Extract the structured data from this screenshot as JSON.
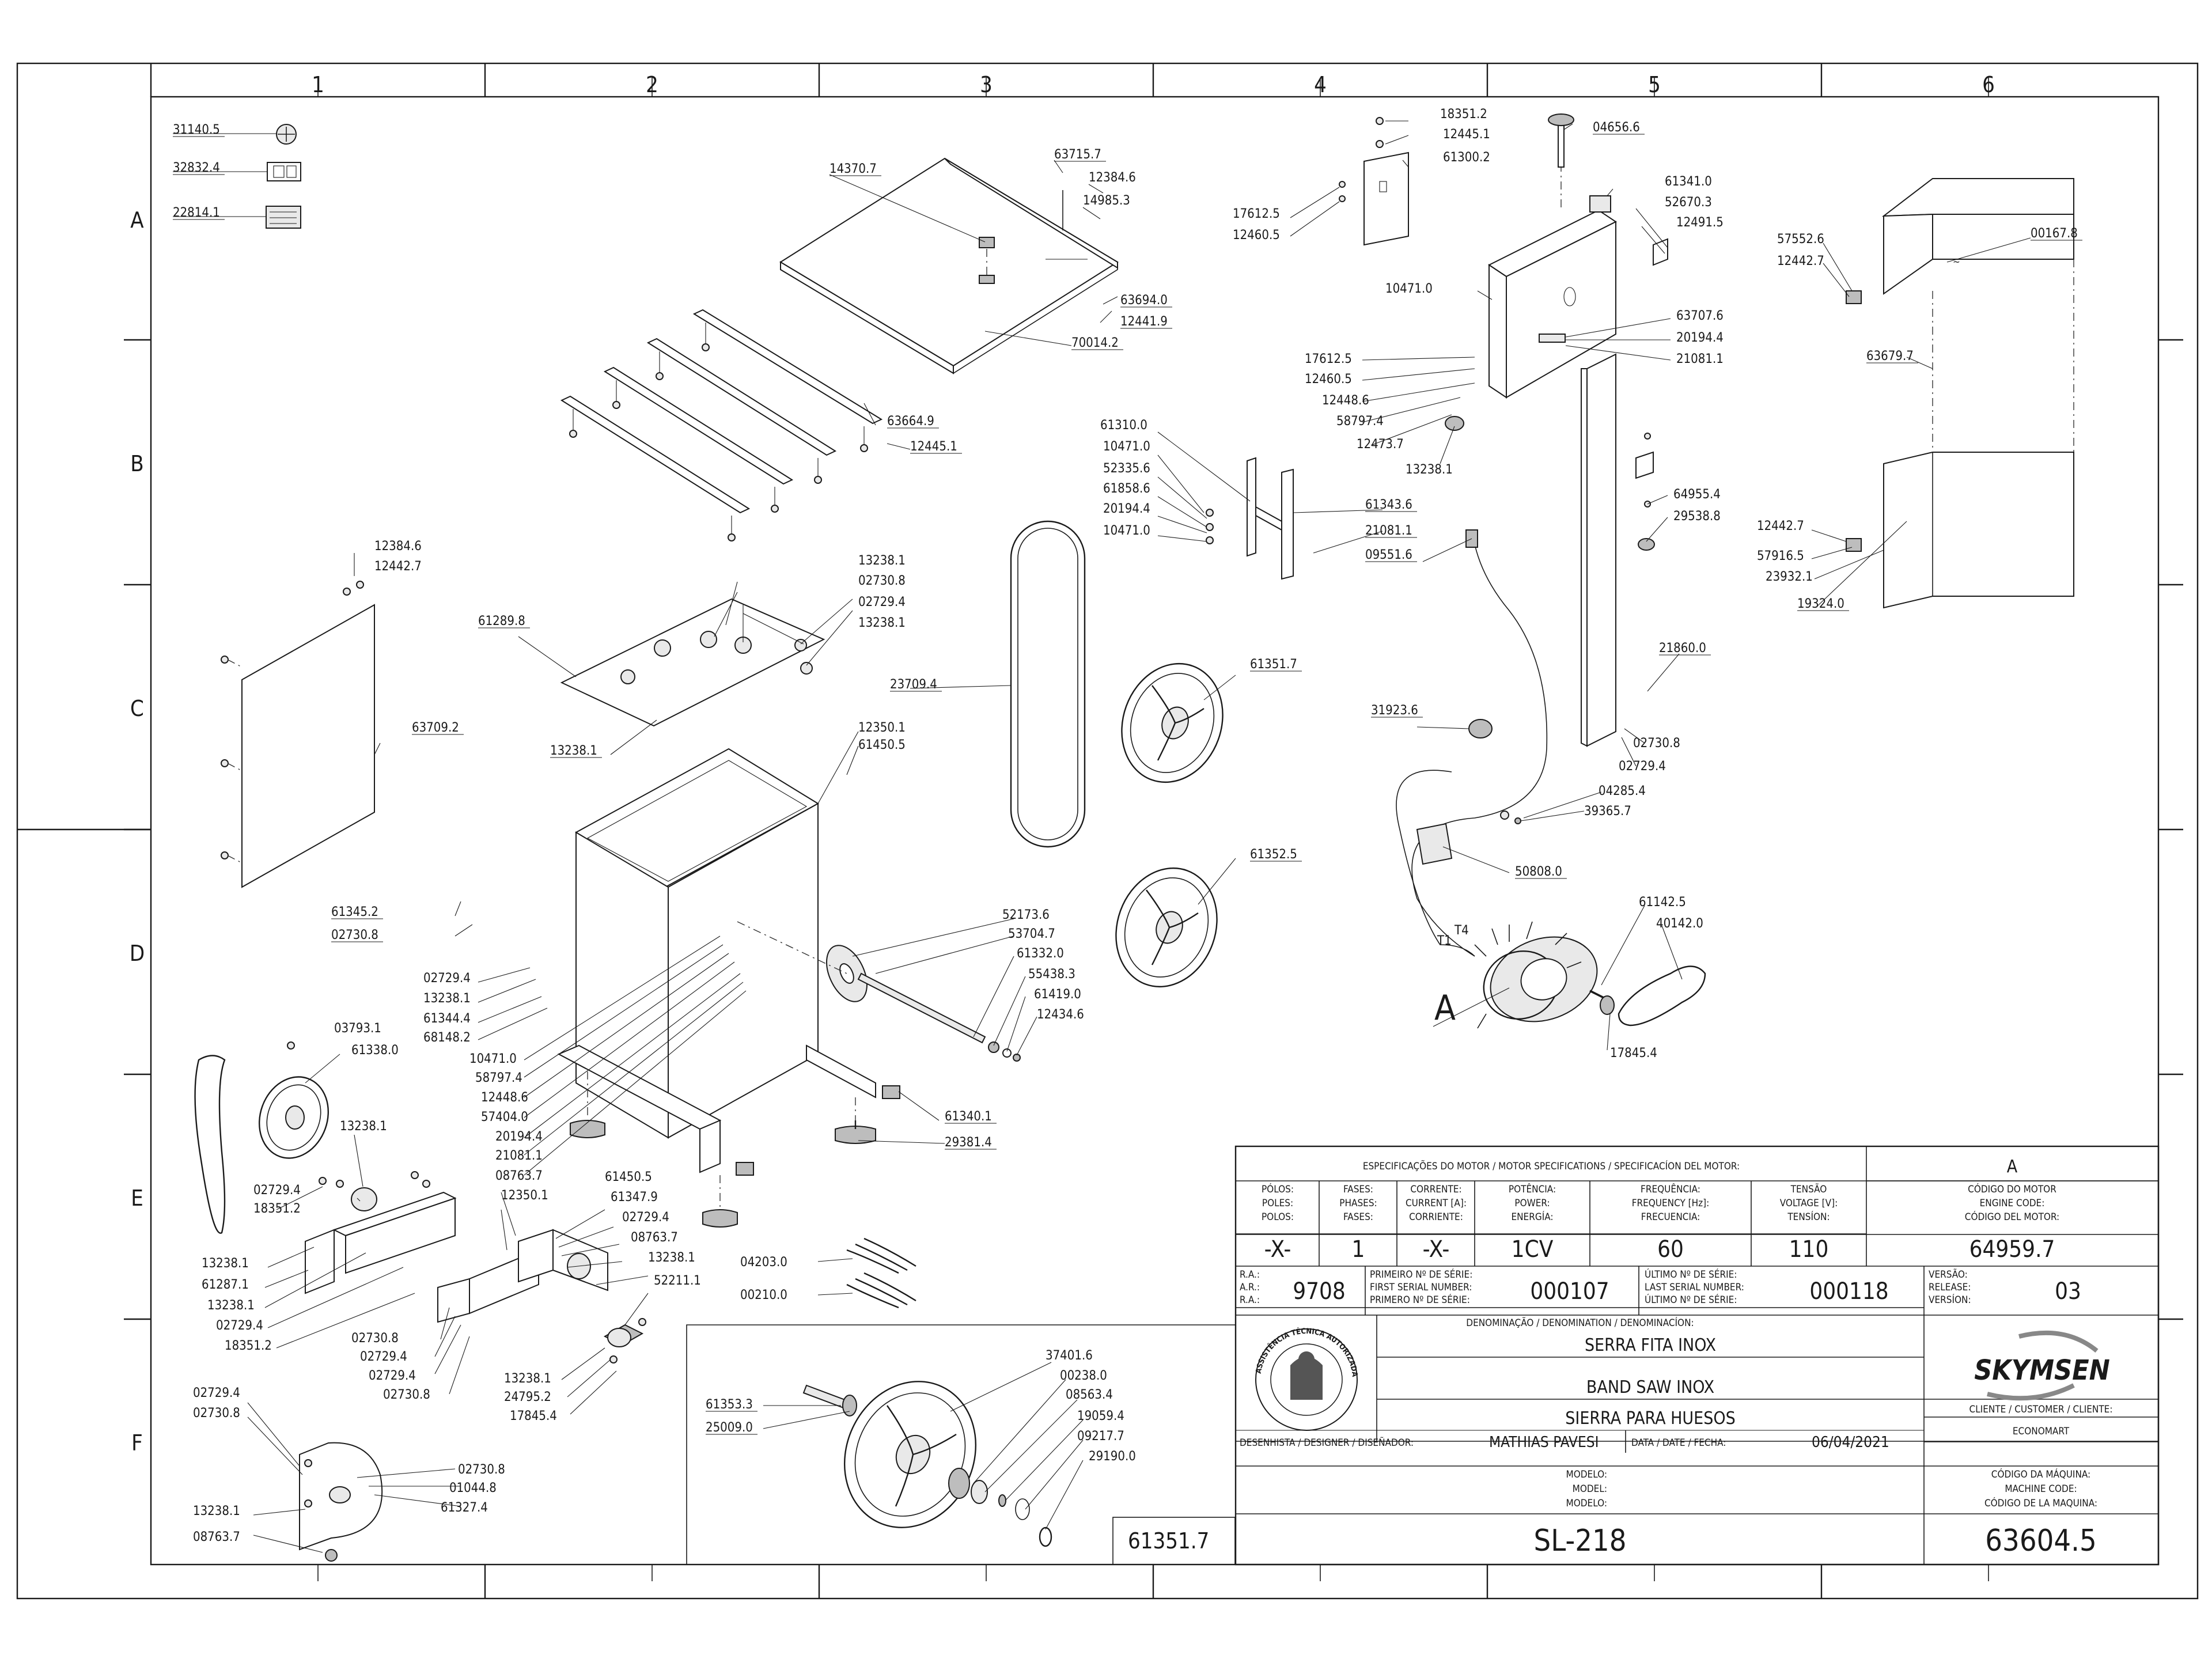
{
  "frame": {
    "columns": [
      "1",
      "2",
      "3",
      "4",
      "5",
      "6"
    ],
    "rows": [
      "A",
      "B",
      "C",
      "D",
      "E",
      "F"
    ]
  },
  "labels": {
    "l_31140_5": "31140.5",
    "l_32832_4": "32832.4",
    "l_22814_1": "22814.1",
    "l_14370_7": "14370.7",
    "l_63715_7": "63715.7",
    "l_12384_6a": "12384.6",
    "l_14985_3": "14985.3",
    "l_63694_0": "63694.0",
    "l_12441_9": "12441.9",
    "l_70014_2": "70014.2",
    "l_63664_9": "63664.9",
    "l_12445_1a": "12445.1",
    "l_12384_6b": "12384.6",
    "l_12442_7a": "12442.7",
    "l_63709_2": "63709.2",
    "l_61289_8": "61289.8",
    "l_13238_1a": "13238.1",
    "l_02730_8a": "02730.8",
    "l_02729_4a": "02729.4",
    "l_13238_1b": "13238.1",
    "l_13238_1c": "13238.1",
    "l_12350_1a": "12350.1",
    "l_61450_5a": "61450.5",
    "l_61345_2": "61345.2",
    "l_02730_8b": "02730.8",
    "l_02729_4b": "02729.4",
    "l_13238_1d": "13238.1",
    "l_61344_4": "61344.4",
    "l_68148_2": "68148.2",
    "l_10471_0a": "10471.0",
    "l_58797_4a": "58797.4",
    "l_12448_6a": "12448.6",
    "l_57404_0": "57404.0",
    "l_20194_4a": "20194.4",
    "l_21081_1a": "21081.1",
    "l_08763_7a": "08763.7",
    "l_23709_4": "23709.4",
    "l_52173_6": "52173.6",
    "l_53704_7": "53704.7",
    "l_61332_0": "61332.0",
    "l_55438_3": "55438.3",
    "l_61419_0": "61419.0",
    "l_12434_6": "12434.6",
    "l_61340_1": "61340.1",
    "l_29381_4": "29381.4",
    "l_03793_1": "03793.1",
    "l_61338_0": "61338.0",
    "l_13238_1e": "13238.1",
    "l_02729_4c": "02729.4",
    "l_18351_2a": "18351.2",
    "l_13238_1f": "13238.1",
    "l_61287_1": "61287.1",
    "l_13238_1g": "13238.1",
    "l_02729_4d": "02729.4",
    "l_18351_2b": "18351.2",
    "l_12350_1b": "12350.1",
    "l_61450_5b": "61450.5",
    "l_61347_9": "61347.9",
    "l_02729_4e": "02729.4",
    "l_08763_7b": "08763.7",
    "l_13238_1h": "13238.1",
    "l_52211_1": "52211.1",
    "l_02730_8c": "02730.8",
    "l_02729_4f": "02729.4",
    "l_02729_4g": "02729.4",
    "l_02730_8d": "02730.8",
    "l_13238_1i": "13238.1",
    "l_24795_2": "24795.2",
    "l_17845_4a": "17845.4",
    "l_02729_4h": "02729.4",
    "l_02730_8e": "02730.8",
    "l_02730_8f": "02730.8",
    "l_01044_8": "01044.8",
    "l_61327_4": "61327.4",
    "l_13238_1j": "13238.1",
    "l_08763_7c": "08763.7",
    "l_04203_0": "04203.0",
    "l_00210_0": "00210.0",
    "l_37401_6": "37401.6",
    "l_00238_0": "00238.0",
    "l_08563_4": "08563.4",
    "l_19059_4": "19059.4",
    "l_09217_7": "09217.7",
    "l_29190_0": "29190.0",
    "l_61353_3": "61353.3",
    "l_25009_0": "25009.0",
    "l_61351_7box": "61351.7",
    "l_61310_0": "61310.0",
    "l_10471_0b": "10471.0",
    "l_52335_6": "52335.6",
    "l_61858_6": "61858.6",
    "l_20194_4b": "20194.4",
    "l_10471_0c": "10471.0",
    "l_61343_6": "61343.6",
    "l_21081_1b": "21081.1",
    "l_09551_6": "09551.6",
    "l_61351_7": "61351.7",
    "l_61352_5": "61352.5",
    "l_18351_2c": "18351.2",
    "l_12445_1b": "12445.1",
    "l_61300_2": "61300.2",
    "l_17612_5a": "17612.5",
    "l_12460_5a": "12460.5",
    "l_04656_6": "04656.6",
    "l_61341_0": "61341.0",
    "l_52670_3": "52670.3",
    "l_12491_5": "12491.5",
    "l_10471_0d": "10471.0",
    "l_63707_6": "63707.6",
    "l_20194_4c": "20194.4",
    "l_21081_1c": "21081.1",
    "l_17612_5b": "17612.5",
    "l_12460_5b": "12460.5",
    "l_12448_6b": "12448.6",
    "l_58797_4b": "58797.4",
    "l_12473_7": "12473.7",
    "l_13238_1k": "13238.1",
    "l_64955_4": "64955.4",
    "l_29538_8": "29538.8",
    "l_21860_0": "21860.0",
    "l_31923_6": "31923.6",
    "l_02730_8g": "02730.8",
    "l_02729_4i": "02729.4",
    "l_04285_4": "04285.4",
    "l_39365_7": "39365.7",
    "l_50808_0": "50808.0",
    "l_61142_5": "61142.5",
    "l_40142_0": "40142.0",
    "l_17845_4b": "17845.4",
    "l_T4": "T4",
    "l_T1": "T1",
    "l_A": "A",
    "l_57552_6": "57552.6",
    "l_12442_7b": "12442.7",
    "l_00167_8": "00167.8",
    "l_63679_7": "63679.7",
    "l_12442_7c": "12442.7",
    "l_57916_5": "57916.5",
    "l_23932_1": "23932.1",
    "l_19324_0": "19324.0"
  },
  "title_block": {
    "motor_spec_header": "ESPECIFICAÇÕES DO MOTOR / MOTOR SPECIFICATIONS / SPECIFICACÍON DEL MOTOR:",
    "revision_letter": "A",
    "poles_hdr": [
      "PÓLOS:",
      "POLES:",
      "POLOS:"
    ],
    "phases_hdr": [
      "FASES:",
      "PHASES:",
      "FASES:"
    ],
    "current_hdr": [
      "CORRENTE:",
      "CURRENT [A]:",
      "CORRIENTE:"
    ],
    "power_hdr": [
      "POTÊNCIA:",
      "POWER:",
      "ENERGÍA:"
    ],
    "freq_hdr": [
      "FREQUÊNCIA:",
      "FREQUENCY [Hz]:",
      "FRECUENCIA:"
    ],
    "voltage_hdr": [
      "TENSÃO",
      "VOLTAGE [V]:",
      "TENSÍON:"
    ],
    "motor_code_hdr": [
      "CÓDIGO DO MOTOR",
      "ENGINE CODE:",
      "CÓDIGO DEL MOTOR:"
    ],
    "poles": "-X-",
    "phases": "1",
    "current": "-X-",
    "power": "1CV",
    "frequency": "60",
    "voltage": "110",
    "motor_code": "64959.7",
    "ra_hdr": [
      "R.A.:",
      "A.R.:",
      "R.A.:"
    ],
    "ra": "9708",
    "first_serial_hdr": [
      "PRIMEIRO Nº DE SÉRIE:",
      "FIRST SERIAL NUMBER:",
      "PRIMERO Nº DE SÉRIE:"
    ],
    "first_serial": "000107",
    "last_serial_hdr": [
      "ÚLTIMO Nº DE SÉRIE:",
      "LAST SERIAL NUMBER:",
      "ÚLTIMO Nº DE SÉRIE:"
    ],
    "last_serial": "000118",
    "version_hdr": [
      "VERSÃO:",
      "RELEASE:",
      "VERSÍON:"
    ],
    "version": "03",
    "denomination_hdr": "DENOMINAÇÃO / DENOMINATION / DENOMINACÍON:",
    "name_pt": "SERRA FITA INOX",
    "name_en": "BAND SAW INOX",
    "name_es": "SIERRA PARA HUESOS",
    "brand": "SKYMSEN",
    "seal_text": "ASSISTÊNCIA TÉCNICA AUTORIZADA",
    "client_hdr": "CLIENTE / CUSTOMER / CLIENTE:",
    "client": "ECONOMART",
    "designer_hdr": "DESENHISTA / DESIGNER / DISEÑADOR:",
    "designer": "MATHIAS PAVESI",
    "date_hdr": "DATA / DATE / FECHA:",
    "date": "06/04/2021",
    "model_hdr": [
      "MODELO:",
      "MODEL:",
      "MODELO:"
    ],
    "model": "SL-218",
    "machine_code_hdr": [
      "CÓDIGO DA MÁQUINA:",
      "MACHINE CODE:",
      "CÓDIGO DE LA MAQUINA:"
    ],
    "machine_code": "63604.5"
  }
}
